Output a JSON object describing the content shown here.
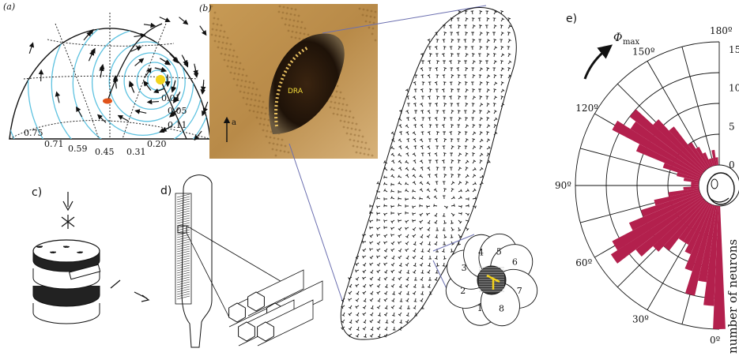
{
  "panel_a": {
    "label": "(a)",
    "contour_values": [
      "0.01",
      "0.05",
      "0.11",
      "0.20",
      "0.31",
      "0.45",
      "0.59",
      "0.71",
      "0.75"
    ]
  },
  "panel_b": {
    "label": "(b)",
    "dra_label": "DRA",
    "axis_label": "a",
    "ommatidia_numbers": [
      "1",
      "2",
      "3",
      "4",
      "5",
      "6",
      "7",
      "8"
    ]
  },
  "panel_c": {
    "label": "c)"
  },
  "panel_d": {
    "label": "d)"
  },
  "panel_e": {
    "label": "e)",
    "phi_symbol": "Φ",
    "phi_subscript": "max",
    "angle_labels": [
      "0º",
      "30º",
      "60º",
      "90º",
      "120º",
      "150º",
      "180º"
    ],
    "ylabel": "number of neurons",
    "radial_ticks": [
      "15",
      "10",
      "5",
      "0"
    ],
    "bar_color": "#b3204d"
  },
  "chart_data": {
    "type": "bar",
    "title": "",
    "ylabel": "number of neurons",
    "x": [
      0,
      5,
      10,
      15,
      20,
      25,
      30,
      35,
      40,
      45,
      50,
      55,
      60,
      65,
      70,
      75,
      80,
      85,
      90,
      95,
      100,
      105,
      110,
      115,
      120,
      125,
      130,
      135,
      140,
      145,
      150,
      155,
      160,
      165,
      170,
      175,
      180
    ],
    "values": [
      16,
      13,
      10,
      12,
      9,
      7,
      6,
      6,
      8,
      9,
      11,
      14,
      13,
      10,
      8,
      6,
      4,
      2,
      1,
      1,
      2,
      3,
      5,
      9,
      13,
      11,
      12,
      9,
      7,
      4,
      3,
      2,
      1,
      1,
      2,
      1,
      0
    ]
  }
}
